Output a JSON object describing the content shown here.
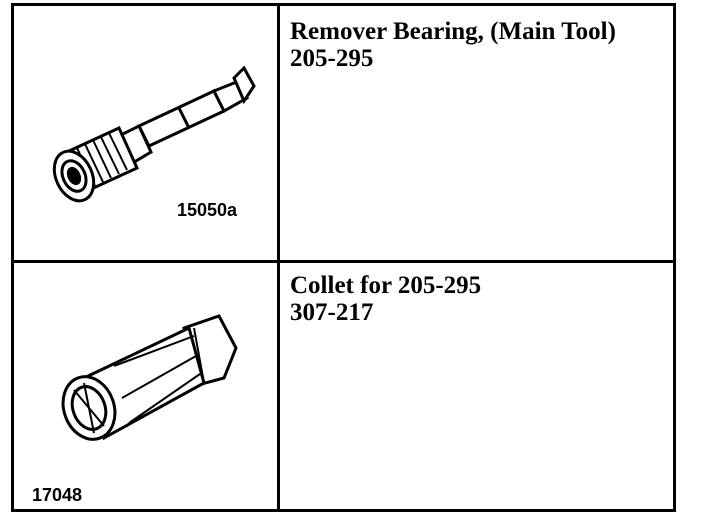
{
  "rows": [
    {
      "figure_number": "15050a",
      "tool_name": "Remover Bearing, (Main Tool)",
      "part_number": "205-295",
      "icon": "bearing-remover-icon"
    },
    {
      "figure_number": "17048",
      "tool_name": "Collet for 205-295",
      "part_number": "307-217",
      "icon": "collet-icon"
    }
  ]
}
